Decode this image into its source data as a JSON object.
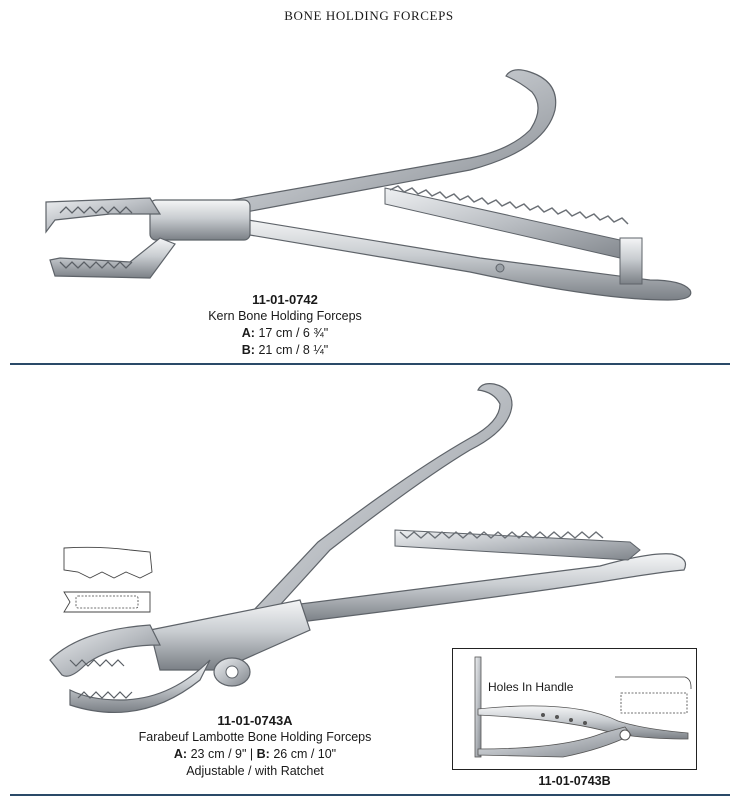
{
  "page": {
    "title": "BONE HOLDING FORCEPS"
  },
  "products": [
    {
      "code": "11-01-0742",
      "name": "Kern Bone Holding Forceps",
      "size_a_label": "A:",
      "size_a_value": "17 cm / 6 ¾\"",
      "size_b_label": "B:",
      "size_b_value": "21 cm / 8 ¼\""
    },
    {
      "code": "11-01-0743A",
      "name": "Farabeuf Lambotte Bone Holding Forceps",
      "size_a_label": "A:",
      "size_a_value": "23 cm / 9\" |",
      "size_b_label": "B:",
      "size_b_value": "26 cm / 10\"",
      "note": "Adjustable / with Ratchet"
    }
  ],
  "inset": {
    "label": "Holes In Handle",
    "code": "11-01-0743B"
  },
  "colors": {
    "divider": "#2a4a68",
    "steel_light": "#e6e8ea",
    "steel_dark": "#6d7278"
  }
}
